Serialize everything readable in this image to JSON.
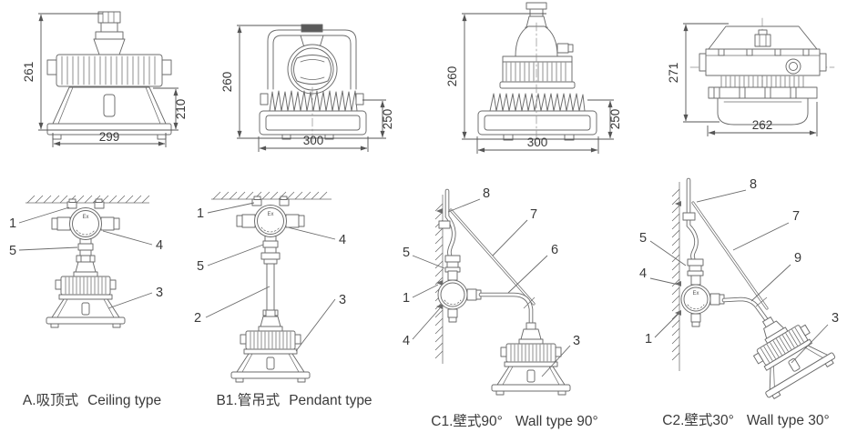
{
  "drawing": {
    "line_color": "#6b6b6b",
    "text_color": "#3a3a3a",
    "background": "#ffffff"
  },
  "views": [
    {
      "name": "ceiling-highbay-front-view",
      "dims": {
        "height": "261",
        "shade_height": "210",
        "width": "299"
      }
    },
    {
      "name": "floodlight-yoke-front-view",
      "dims": {
        "height": "260",
        "body_height": "250",
        "width": "300"
      }
    },
    {
      "name": "stem-highbay-front-view",
      "dims": {
        "height": "260",
        "body_height": "250",
        "width": "300"
      }
    },
    {
      "name": "wellglass-side-view",
      "dims": {
        "height": "271",
        "width": "262"
      }
    }
  ],
  "diagrams": [
    {
      "id": "A",
      "caption_cn": "A.吸顶式",
      "caption_en": "Ceiling type",
      "ex_mark": "Ex",
      "callouts": {
        "n1": "1",
        "n5": "5",
        "n4": "4",
        "n3": "3"
      }
    },
    {
      "id": "B1",
      "caption_cn": "B1.管吊式",
      "caption_en": "Pendant type",
      "ex_mark": "Ex",
      "callouts": {
        "n1": "1",
        "n4": "4",
        "n5": "5",
        "n2": "2",
        "n3": "3"
      }
    },
    {
      "id": "C1",
      "caption_cn": "C1.壁式90°",
      "caption_en": "Wall type 90°",
      "callouts": {
        "n8": "8",
        "n7": "7",
        "n6": "6",
        "n5": "5",
        "n1": "1",
        "n4": "4",
        "n3": "3"
      }
    },
    {
      "id": "C2",
      "caption_cn": "C2.壁式30°",
      "caption_en": "Wall type 30°",
      "ex_mark": "Ex",
      "callouts": {
        "n8": "8",
        "n7": "7",
        "n9": "9",
        "n5": "5",
        "n4": "4",
        "n1": "1",
        "n3": "3"
      }
    }
  ]
}
